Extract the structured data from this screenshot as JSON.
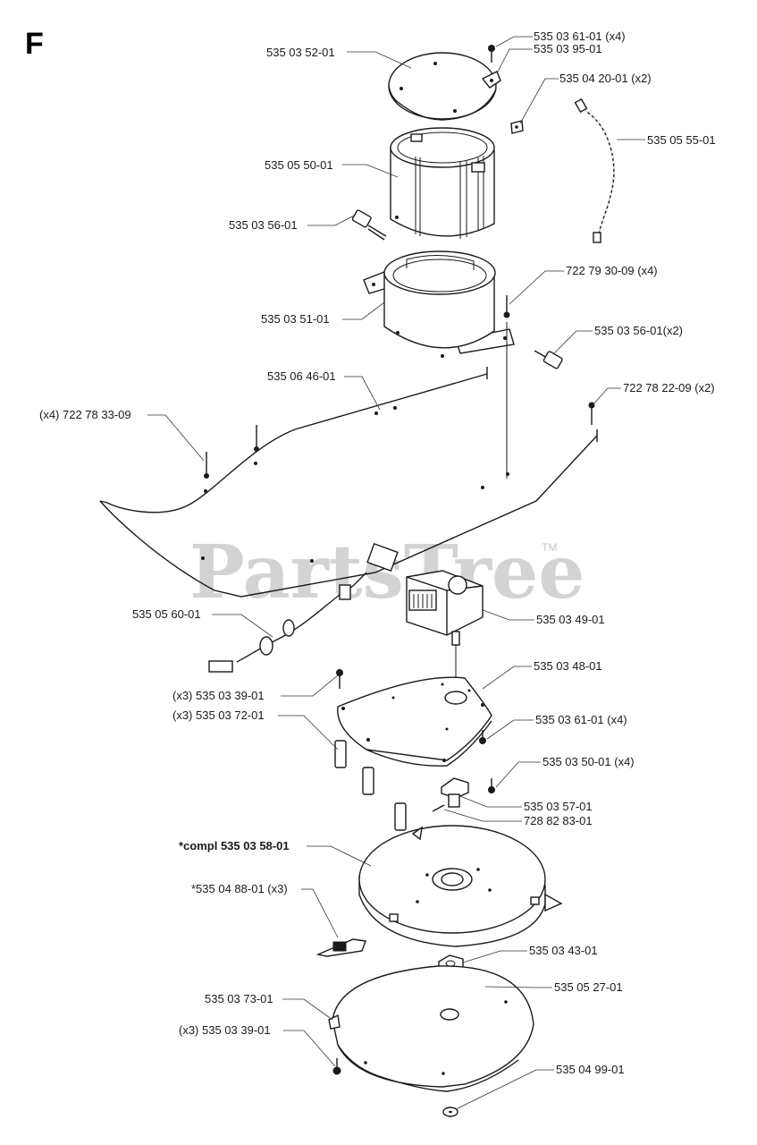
{
  "section_letter": "F",
  "watermark": "PartsTree",
  "watermark_tm": "TM",
  "labels": {
    "lid": "535 03 52-01",
    "screw_top": "535 03 61-01 (x4)",
    "clip_top": "535 03 95-01",
    "clip_small": "535 04 20-01 (x2)",
    "cable_top": "535 05 55-01",
    "housing": "535 05 50-01",
    "knob_left": "535 03 56-01",
    "screw_housing": "722 79 30-09 (x4)",
    "base_housing": "535 03 51-01",
    "knob_right": "535 03 56-01(x2)",
    "handle_bar": "535 06 46-01",
    "screw_handle_left": "(x4) 722 78 33-09",
    "screw_handle_right": "722 78 22-09 (x2)",
    "cable_main": "535 05 60-01",
    "motor": "535 03 49-01",
    "plate": "535 03 48-01",
    "screw_plate": "(x3) 535 03 39-01",
    "spacer": "(x3) 535 03 72-01",
    "screw_plate_right": "535 03 61-01 (x4)",
    "screw_small": "535 03 50-01 (x4)",
    "hub": "535 03 57-01",
    "set_screw": "728 82 83-01",
    "disc": "*compl 535 03 58-01",
    "blade": "*535 04 88-01 (x3)",
    "nut": "535 03 43-01",
    "pin": "535 05 27-01",
    "guard_clip": "535 03 73-01",
    "screw_guard": "(x3) 535 03 39-01",
    "guard": "535 04 99-01"
  }
}
